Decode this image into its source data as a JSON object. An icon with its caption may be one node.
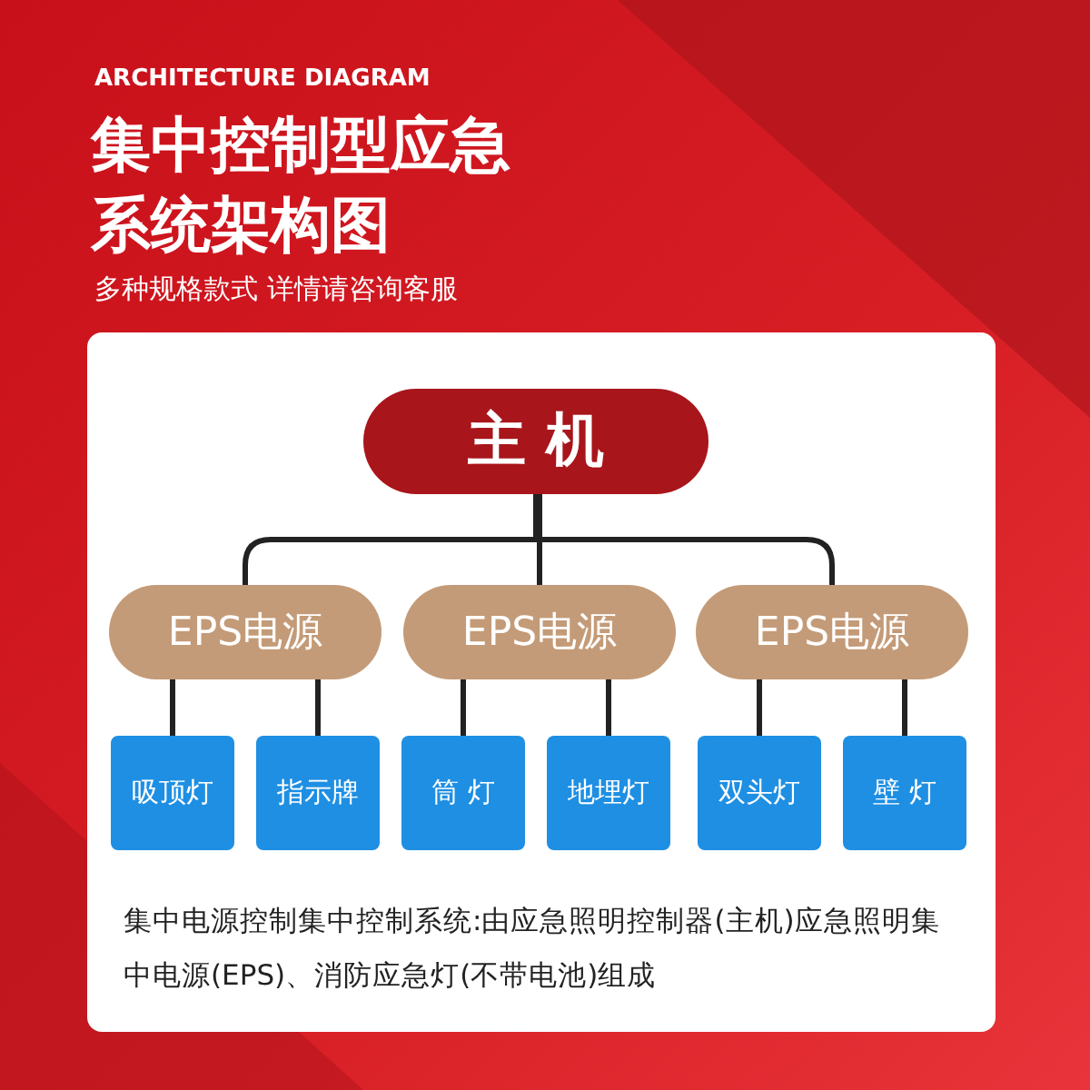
{
  "diagram": {
    "title": "集中控制型应急系统架构图",
    "nodes": [
      {
        "text": [
          "主 机"
        ]
      },
      {
        "text": [
          "EPS电源"
        ]
      },
      {
        "text": [
          "EPS电源"
        ]
      },
      {
        "text": [
          "EPS电源"
        ]
      },
      {
        "text": [
          "吸顶灯"
        ]
      },
      {
        "text": [
          "指示牌"
        ]
      },
      {
        "text": [
          "筒 灯"
        ]
      },
      {
        "text": [
          "地埋灯"
        ]
      },
      {
        "text": [
          "双头灯"
        ]
      },
      {
        "text": [
          "壁 灯"
        ]
      }
    ],
    "edges": [
      {
        "from": 0,
        "to": 1,
        "arrow": "none"
      },
      {
        "from": 0,
        "to": 2,
        "arrow": "none"
      },
      {
        "from": 0,
        "to": 3,
        "arrow": "none"
      },
      {
        "from": 1,
        "to": 4,
        "arrow": "none"
      },
      {
        "from": 1,
        "to": 5,
        "arrow": "none"
      },
      {
        "from": 2,
        "to": 6,
        "arrow": "none"
      },
      {
        "from": 2,
        "to": 7,
        "arrow": "none"
      },
      {
        "from": 3,
        "to": 8,
        "arrow": "none"
      },
      {
        "from": 3,
        "to": 9,
        "arrow": "none"
      }
    ],
    "labels": [
      "ARCHITECTURE DIAGRAM",
      "多种规格款式 详情请咨询客服",
      "集中电源控制集中控制系统:由应急照明控制器(主机)应急照明集中电源(EPS)、消防应急灯(不带电池)组成"
    ]
  }
}
